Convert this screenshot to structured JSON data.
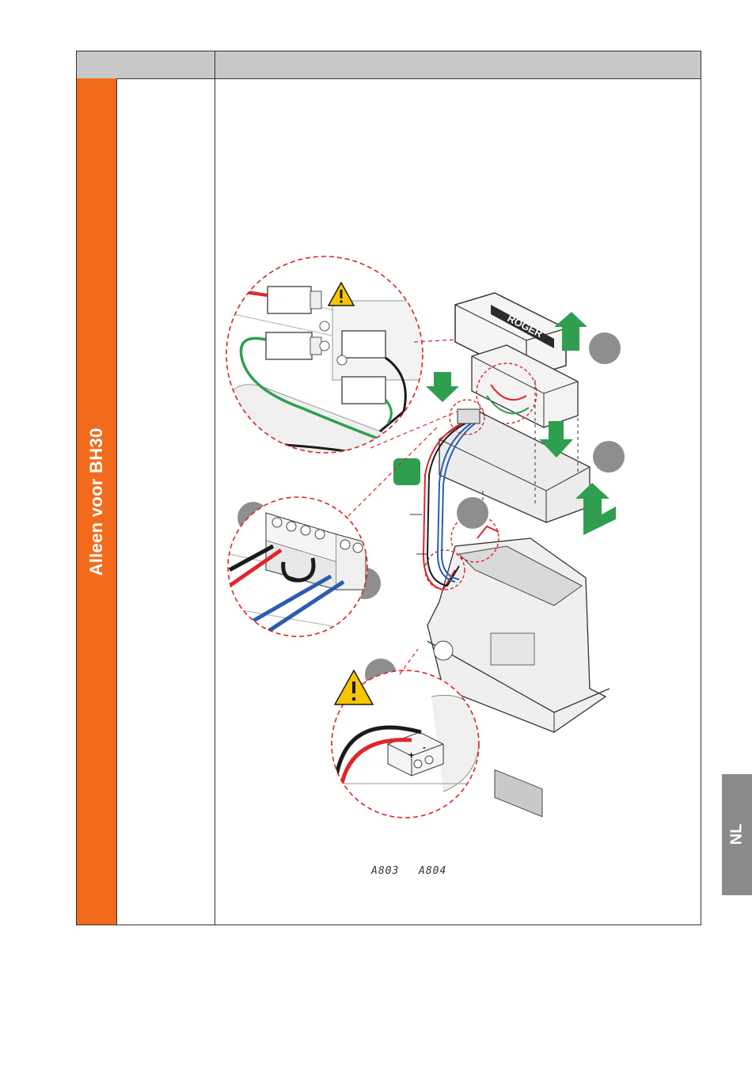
{
  "section": {
    "title": "Alleen voor BH30"
  },
  "language_tab": {
    "label": "NL"
  },
  "display_codes": [
    "A803",
    "A804"
  ],
  "figure": {
    "brand": "ROGER",
    "warning_icon": "warning-triangle-icon",
    "arrow_icon": "arrow-icon",
    "callout_badge_color": "#8e8e8e",
    "arrow_color": "#2f9e4f",
    "callout_border_color": "#d8252a",
    "terminal_labels": [
      "+",
      "-"
    ]
  },
  "colors": {
    "accent_orange": "#f26b1d",
    "header_gray": "#c8c8c8",
    "tab_gray": "#8a8a8a",
    "wire_red": "#e0262b",
    "wire_black": "#1a1a1a",
    "wire_green": "#2f9e4f",
    "wire_blue": "#2a5db0"
  }
}
